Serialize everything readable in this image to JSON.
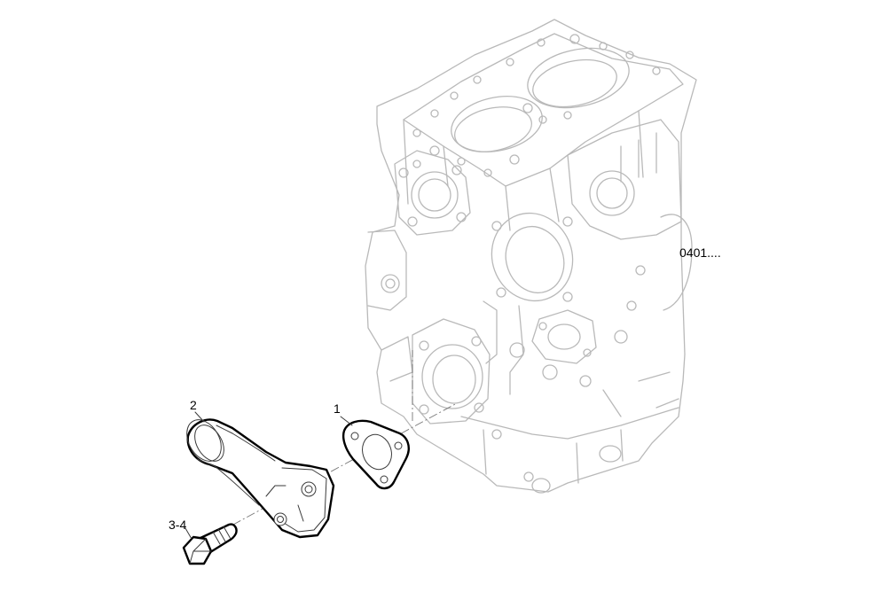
{
  "labels": {
    "part_1": "1",
    "part_2": "2",
    "part_3_4": "3-4",
    "reference": "0401...."
  }
}
